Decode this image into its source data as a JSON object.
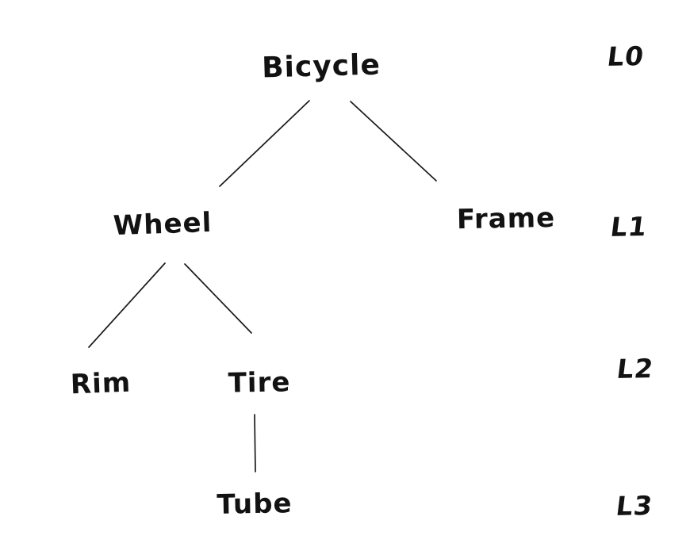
{
  "colors": {
    "ink": "#1a1a1a",
    "background": "#ffffff"
  },
  "diagram": {
    "type": "tree",
    "style": "hand-drawn",
    "nodes": [
      {
        "id": "bicycle",
        "label": "Bicycle",
        "level": 0,
        "parent": null
      },
      {
        "id": "wheel",
        "label": "Wheel",
        "level": 1,
        "parent": "bicycle"
      },
      {
        "id": "frame",
        "label": "Frame",
        "level": 1,
        "parent": "bicycle"
      },
      {
        "id": "rim",
        "label": "Rim",
        "level": 2,
        "parent": "wheel"
      },
      {
        "id": "tire",
        "label": "Tire",
        "level": 2,
        "parent": "wheel"
      },
      {
        "id": "tube",
        "label": "Tube",
        "level": 3,
        "parent": "tire"
      }
    ],
    "edges": [
      {
        "from": "bicycle",
        "to": "wheel"
      },
      {
        "from": "bicycle",
        "to": "frame"
      },
      {
        "from": "wheel",
        "to": "rim"
      },
      {
        "from": "wheel",
        "to": "tire"
      },
      {
        "from": "tire",
        "to": "tube"
      }
    ],
    "level_labels": [
      {
        "label": "L0"
      },
      {
        "label": "L1"
      },
      {
        "label": "L2"
      },
      {
        "label": "L3"
      }
    ]
  }
}
